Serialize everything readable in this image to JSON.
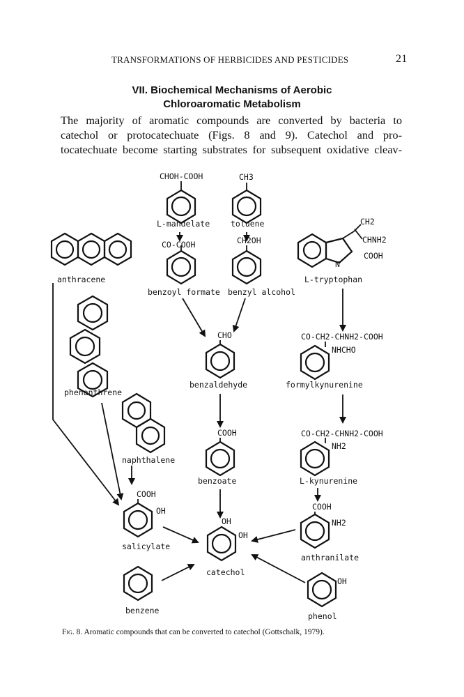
{
  "header": {
    "running_title": "TRANSFORMATIONS OF HERBICIDES AND PESTICIDES",
    "page_number": "21"
  },
  "section": {
    "title_line1": "VII. Biochemical Mechanisms of Aerobic",
    "title_line2": "Chloroaromatic Metabolism"
  },
  "body": {
    "line1": "The majority of aromatic compounds are converted by bacteria to",
    "line2": "catechol or protocatechuate (Figs. 8 and 9). Catechol and pro-",
    "line3": "tocatechuate become starting substrates for subsequent oxidative cleav-"
  },
  "figure": {
    "substituents": {
      "chohcooh": "CHOH-COOH",
      "ch3": "CH3",
      "cocooh": "CO-COOH",
      "ch2oh": "CH2OH",
      "ch2": "CH2",
      "chnh2": "CHNH2",
      "cooh_trp": "COOH",
      "cho": "CHO",
      "co_chain1": "CO-CH2-CHNH2-COOH",
      "nhcho": "NHCHO",
      "cooh_benzoate": "COOH",
      "co_chain2": "CO-CH2-CHNH2-COOH",
      "nh2_kyn": "NH2",
      "cooh_sal": "COOH",
      "oh_sal": "OH",
      "oh_cat1": "OH",
      "oh_cat2": "OH",
      "cooh_anth": "COOH",
      "nh2_anth": "NH2",
      "oh_phenol": "OH",
      "n_indole": "N"
    },
    "labels": {
      "l_mandelate": "L-mandelate",
      "toluene": "toluene",
      "anthracene": "anthracene",
      "benzoyl_formate": "benzoyl formate",
      "benzyl_alcohol": "benzyl alcohol",
      "l_tryptophan": "L-tryptophan",
      "benzaldehyde": "benzaldehyde",
      "formylkynurenine": "formylkynurenine",
      "phenanthrene": "phenanthrene",
      "naphthalene": "naphthalene",
      "benzoate": "benzoate",
      "l_kynurenine": "L-kynurenine",
      "salicylate": "salicylate",
      "anthranilate": "anthranilate",
      "catechol": "catechol",
      "benzene": "benzene",
      "phenol": "phenol"
    },
    "caption_prefix": "Fig. 8.",
    "caption_text": "Aromatic compounds that can be converted to catechol (Gottschalk, 1979)."
  }
}
